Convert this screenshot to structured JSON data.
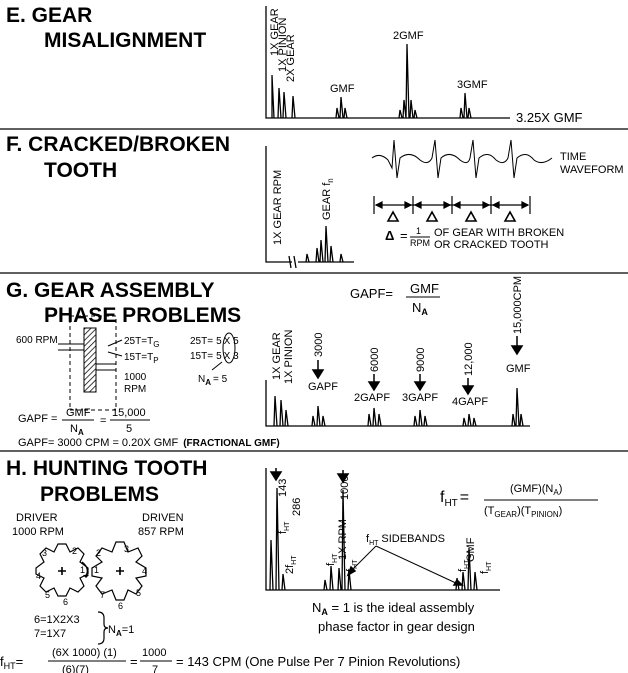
{
  "sections": [
    {
      "id": "E",
      "title_lines": [
        "E. GEAR",
        "MISALIGNMENT"
      ],
      "labels": {
        "one_x_gear": "1X GEAR",
        "one_x_pinion": "1X PINION",
        "two_x_gear": "2X GEAR",
        "gmf": "GMF",
        "two_gmf": "2GMF",
        "three_gmf": "3GMF",
        "range": "3.25X GMF"
      }
    },
    {
      "id": "F",
      "title_lines": [
        "F. CRACKED/BROKEN",
        "TOOTH"
      ],
      "labels": {
        "gear_rpm": "1X GEAR RPM",
        "gear_fn_base": "GEAR f",
        "gear_fn_sub": "n",
        "time": "TIME",
        "waveform": "WAVEFORM",
        "delta": "Δ",
        "delta_eq": "=",
        "frac_num": "1",
        "frac_den": "RPM",
        "note1": "OF GEAR WITH BROKEN",
        "note2": "OR CRACKED TOOTH"
      }
    },
    {
      "id": "G",
      "title_lines": [
        "G. GEAR ASSEMBLY",
        "PHASE PROBLEMS"
      ],
      "labels": {
        "gapf_head": "GAPF=",
        "gapf_num": "GMF",
        "gapf_den": "N",
        "gapf_den_sub": "A",
        "rpm600": "600 RPM",
        "rpm1000a": "1000",
        "rpm1000b": "RPM",
        "t25": "25T=T",
        "t25_sub": "G",
        "t15": "15T=T",
        "t15_sub": "P",
        "f25a": "25T=",
        "f25b": "5",
        "f25c": "X 5",
        "f15a": "15T=",
        "f15b": "5",
        "f15c": "X 3",
        "na": "N",
        "na_sub": "A",
        "na_val": "= 5",
        "eq1_left": "GAPF =",
        "eq1_num": "GMF",
        "eq1_den": "N",
        "eq1_den_sub": "A",
        "eq1_eq": "=",
        "eq1_num2": "15,000",
        "eq1_den2": "5",
        "eq2": "GAPF= 3000 CPM = 0.20X GMF",
        "eq2_bold": "(FRACTIONAL GMF)",
        "one_x_gear": "1X GEAR",
        "one_x_pinion": "1X PINION",
        "v3000": "3000",
        "v6000": "6000",
        "v9000": "9000",
        "v12000": "12,000",
        "v15000": "15,000CPM",
        "gapf": "GAPF",
        "gapf2": "2GAPF",
        "gapf3": "3GAPF",
        "gapf4": "4GAPF",
        "gmf": "GMF"
      }
    },
    {
      "id": "H",
      "title_lines": [
        "H. HUNTING TOOTH",
        "PROBLEMS"
      ],
      "labels": {
        "driver": "DRIVER",
        "driver_rpm": "1000 RPM",
        "driven": "DRIVEN",
        "driven_rpm": "857 RPM",
        "factor1": "6=1X2X3",
        "factor2": "7=1X7",
        "na": "N",
        "na_sub": "A",
        "na_val": "=1",
        "v143": "143",
        "v286": "286",
        "v1000": "1000",
        "fht": "f",
        "fht_sub": "HT",
        "two_fht": "2f",
        "one_x_rpm": "1X RPM",
        "sidebands": "SIDEBANDS",
        "gmf": "GMF",
        "formula_lhs": "f",
        "formula_lhs_sub": "HT",
        "formula_eq": "=",
        "formula_num": "(GMF)(N",
        "formula_num_sub": "A",
        "formula_num_end": ")",
        "formula_den1": "(T",
        "formula_den1_sub": "GEAR",
        "formula_den2": ")(T",
        "formula_den2_sub": "PINION",
        "formula_den3": ")",
        "ideal1": "N",
        "ideal1_sub": "A",
        "ideal1_rest": " = 1 is the ideal assembly",
        "ideal2": "phase factor in gear design",
        "bottom_lhs": "f",
        "bottom_lhs_sub": "HT",
        "bottom_eq1": "=",
        "bottom_num1": "(6X 1000) (1)",
        "bottom_den1": "(6)(7)",
        "bottom_eq2": "=",
        "bottom_num2": "1000",
        "bottom_den2": "7",
        "bottom_result": "= 143 CPM (One Pulse Per 7 Pinion Revolutions)",
        "teeth": [
          "1",
          "2",
          "3",
          "4",
          "5",
          "6",
          "1",
          "2",
          "3",
          "4",
          "5",
          "6",
          "7"
        ]
      }
    }
  ]
}
